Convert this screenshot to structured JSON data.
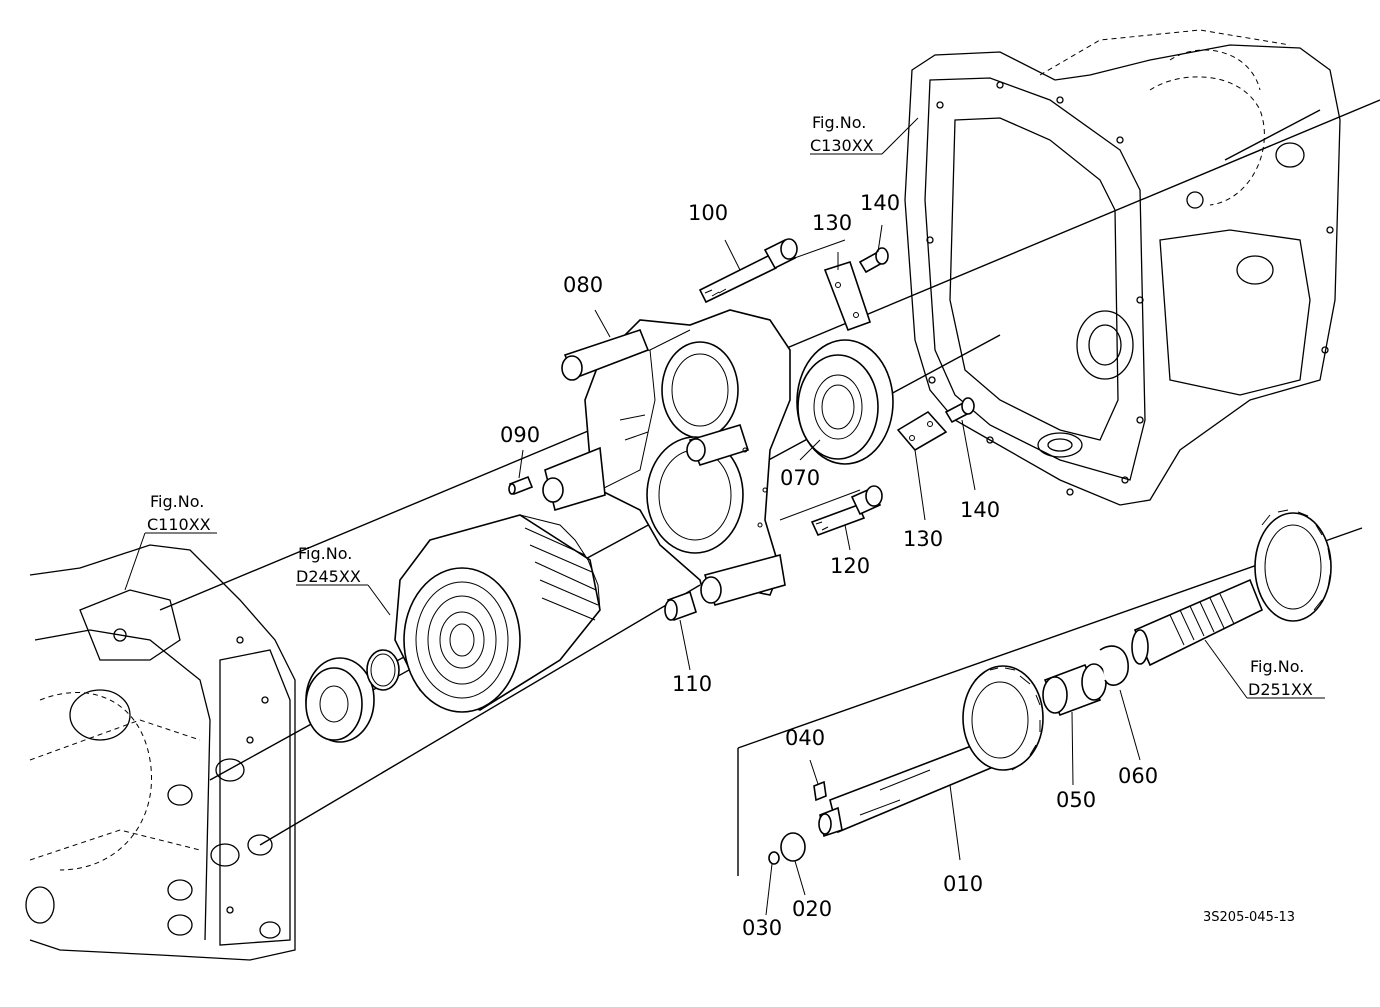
{
  "callouts": {
    "c010": "010",
    "c020": "020",
    "c030": "030",
    "c040": "040",
    "c050": "050",
    "c060": "060",
    "c070": "070",
    "c080": "080",
    "c090": "090",
    "c100": "100",
    "c110": "110",
    "c120": "120",
    "c130a": "130",
    "c130b": "130",
    "c140a": "140",
    "c140b": "140"
  },
  "references": {
    "c130": {
      "label": "Fig.No.",
      "code": "C130XX"
    },
    "c110": {
      "label": "Fig.No.",
      "code": "C110XX"
    },
    "d245": {
      "label": "Fig.No.",
      "code": "D245XX"
    },
    "d251": {
      "label": "Fig.No.",
      "code": "D251XX"
    }
  },
  "diagram_code": "3S205-045-13"
}
